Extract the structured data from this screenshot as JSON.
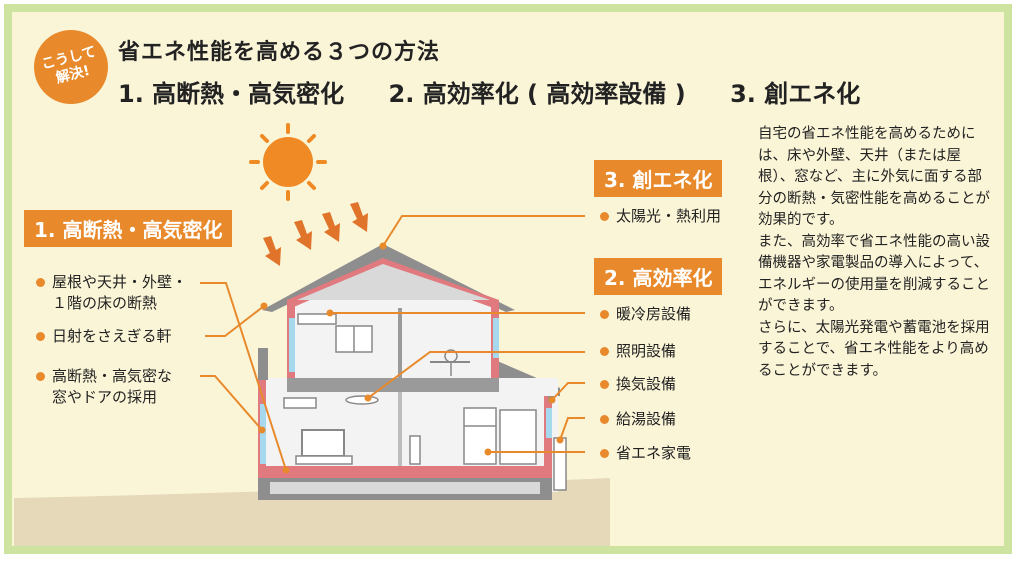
{
  "badge": {
    "line1": "こうして",
    "line2": "解決!"
  },
  "title": "省エネ性能を高める３つの方法",
  "methods": [
    "1. 高断熱・高気密化",
    "2. 高効率化 ( 高効率設備 )",
    "3. 創エネ化"
  ],
  "left_group": {
    "label": "1. 高断熱・高気密化",
    "items": [
      {
        "line1": "屋根や天井・外壁・",
        "line2": "１階の床の断熱"
      },
      {
        "line1": "日射をさえぎる軒"
      },
      {
        "line1": "高断熱・高気密な",
        "line2": "窓やドアの採用"
      }
    ]
  },
  "right_group_3": {
    "label": "3. 創エネ化",
    "items": [
      "太陽光・熱利用"
    ]
  },
  "right_group_2": {
    "label": "2. 高効率化",
    "items": [
      "暖冷房設備",
      "照明設備",
      "換気設備",
      "給湯設備",
      "省エネ家電"
    ]
  },
  "description": [
    "自宅の省エネ性能を高めるためには、床や外壁、天井（または屋根）、窓など、主に外気に面する部分の断熱・気密性能を高めることが効果的です。",
    "また、高効率で省エネ性能の高い設備機器や家電製品の導入によって、エネルギーの使用量を削減することができます。",
    "さらに、太陽光発電や蓄電池を採用することで、省エネ性能をより高めることができます。"
  ],
  "colors": {
    "accent_orange": "#e88a2c",
    "frame_green": "#cfe3a0",
    "background_cream": "#fbf5d8",
    "insulation_pink": "#e07a7f",
    "roof_gray": "#8e8e8e",
    "window_blue": "#a6d9ee"
  }
}
